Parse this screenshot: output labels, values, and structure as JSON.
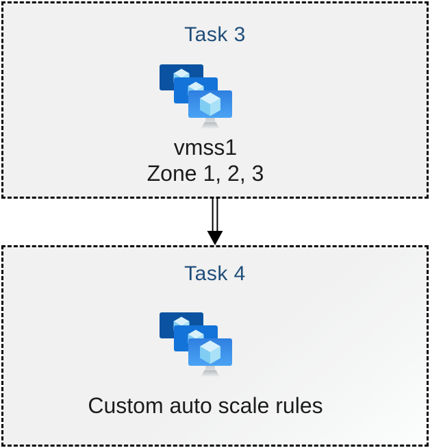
{
  "diagram": {
    "colors": {
      "title": "#1F4E79",
      "body_text": "#1C1C1C",
      "box_fill": "#F1F1F1",
      "box_border": "#000000",
      "arrow": "#000000",
      "screen_back": "#0B53A0",
      "screen_middle": "#1373D8",
      "screen_front_top": "#2F7FE0",
      "screen_front_bottom": "#4AA3F4",
      "cube_top": "#D7F1FC",
      "cube_left": "#7FCDF3",
      "cube_right": "#A9E2F8",
      "stand_gray": "#C9C9C9"
    },
    "arrow": {
      "direction": "down",
      "style": "double-line"
    },
    "boxes": [
      {
        "id": "task3",
        "title": "Task 3",
        "icon": "vmss-icon",
        "lines": [
          "vmss1",
          "Zone 1, 2, 3"
        ]
      },
      {
        "id": "task4",
        "title": "Task 4",
        "icon": "vmss-icon",
        "lines": [
          "Custom auto scale rules"
        ]
      }
    ]
  }
}
